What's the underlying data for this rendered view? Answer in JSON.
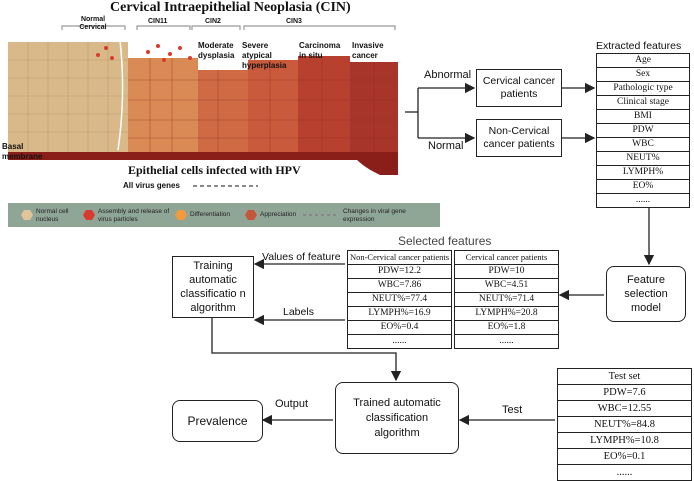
{
  "illustration": {
    "title": "Cervical Intraepithelial Neoplasia (CIN)",
    "stage_labels": {
      "normal": "Normal Cervical",
      "cin1": "CIN11",
      "cin2": "CIN2",
      "cin3": "CIN3",
      "moderate": "Moderate dysplasia",
      "severe": "Severe atypical hyperplasia",
      "carcinoma": "Carcinoma in situ",
      "invasive": "Invasive cancer"
    },
    "basal_membrane": "Basal membrane",
    "subtitle": "Epithelial cells infected with HPV",
    "all_virus_genes": "All virus genes",
    "legend": [
      {
        "label": "Normal cell nucleus",
        "color": "#e2c49a"
      },
      {
        "label": "Assembly and release of virus particles",
        "color": "#d83a2e"
      },
      {
        "label": "Differentiation",
        "color": "#f19a3e"
      },
      {
        "label": "Appreciation",
        "color": "#c5553a"
      },
      {
        "label": "Changes in viral gene expression",
        "color": "#888888"
      }
    ]
  },
  "flow": {
    "abnormal_label": "Abnormal",
    "normal_label": "Normal",
    "cervical_box": "Cervical cancer patients",
    "noncervical_box": "Non-Cervical cancer patients",
    "extracted_title": "Extracted features",
    "extracted_features": [
      "Age",
      "Sex",
      "Pathologic type",
      "Clinical stage",
      "BMI",
      "PDW",
      "WBC",
      "NEUT%",
      "LYMPH%",
      "EO%",
      "......"
    ],
    "selection_box": "Feature selection model",
    "selected_title": "Selected features",
    "noncervical_table": {
      "header": "Non-Cervical cancer patients",
      "rows": [
        "PDW=12.2",
        "WBC=7.86",
        "NEUT%=77.4",
        "LYMPH%=16.9",
        "EO%=0.4",
        "......"
      ]
    },
    "cervical_table": {
      "header": "Cervical cancer patients",
      "rows": [
        "PDW=10",
        "WBC=4.51",
        "NEUT%=71.4",
        "LYMPH%=20.8",
        "EO%=1.8",
        "......"
      ]
    },
    "values_label": "Values of feature",
    "labels_label": "Labels",
    "training_box": "Training automatic classificatio n algorithm",
    "trained_box": "Trained automatic classification algorithm",
    "test_label": "Test",
    "output_label": "Output",
    "prevalence_box": "Prevalence",
    "testset_title": "Test set",
    "testset_rows": [
      "PDW=7.6",
      "WBC=12.55",
      "NEUT%=84.8",
      "LYMPH%=10.8",
      "EO%=0.1",
      "......"
    ]
  }
}
